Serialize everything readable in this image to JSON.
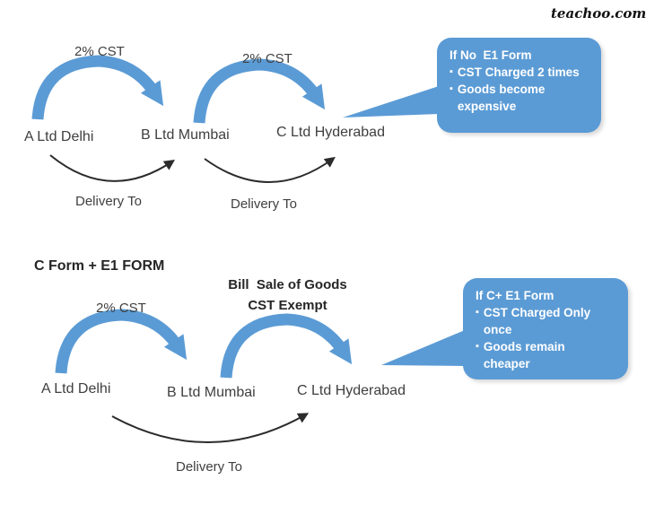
{
  "watermark": "teachoo.com",
  "icons": {
    "bullet": "▪"
  },
  "colors": {
    "arrow_blue": "#5b9bd5",
    "text_dark": "#3f3f3f",
    "heading_dark": "#262626",
    "callout_text": "#ffffff"
  },
  "top_flow": {
    "tax_label_ab": "2% CST",
    "tax_label_bc": "2% CST",
    "node_a": "A Ltd Delhi",
    "node_b": "B Ltd Mumbai",
    "node_c": "C Ltd Hyderabad",
    "delivery_ab": "Delivery To",
    "delivery_bc": "Delivery To",
    "callout": {
      "title": "If No  E1 Form",
      "bullets": [
        "CST Charged 2 times",
        "Goods become\nexpensive"
      ]
    }
  },
  "bottom_flow": {
    "heading": "C Form + E1 FORM",
    "bill_note_line1": "Bill  Sale of Goods",
    "bill_note_line2": "CST Exempt",
    "tax_label_ab": "2% CST",
    "node_a": "A Ltd Delhi",
    "node_b": "B Ltd Mumbai",
    "node_c": "C Ltd Hyderabad",
    "delivery_ac": "Delivery To",
    "callout": {
      "title": "If C+ E1 Form",
      "bullets": [
        "CST Charged Only\nonce",
        "Goods remain\ncheaper"
      ]
    }
  }
}
